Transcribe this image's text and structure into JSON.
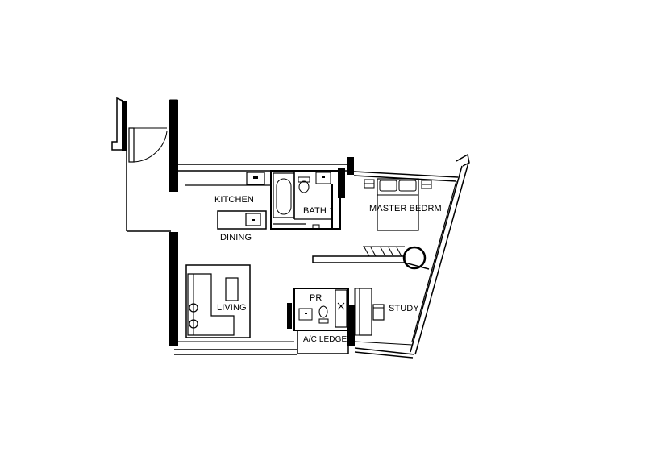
{
  "colors": {
    "ink": "#000000",
    "paper": "#ffffff"
  },
  "rooms": {
    "kitchen": "KITCHEN",
    "dining": "DINING",
    "bath1": "BATH 1",
    "master_bedroom": "MASTER BEDRM",
    "living": "LIVING",
    "pr": "PR",
    "study": "STUDY",
    "ac_ledge": "A/C LEDGE"
  }
}
